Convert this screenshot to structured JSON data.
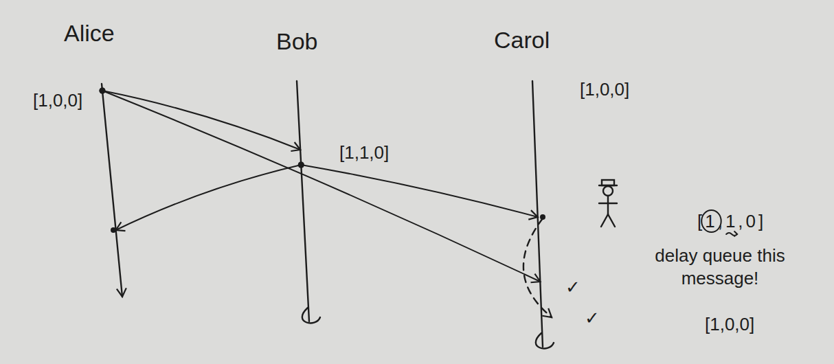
{
  "diagram": {
    "nodes": [
      {
        "text": [
          "Alice"
        ]
      },
      {
        "text": [
          "Bob"
        ]
      },
      {
        "text": [
          "Carol"
        ]
      }
    ],
    "edges": [
      {
        "from": 0,
        "to": 1,
        "arrow": "to"
      },
      {
        "from": 0,
        "to": 2,
        "arrow": "to"
      },
      {
        "from": 1,
        "to": 0,
        "arrow": "to"
      },
      {
        "from": 1,
        "to": 2,
        "arrow": "to"
      }
    ],
    "labels": [
      "[1,0,0]",
      "[1,1,0]",
      "[1,0,0]",
      "[1,1,0]",
      "delay queue this message!",
      "[1,0,0]",
      "✓",
      "✓"
    ]
  }
}
